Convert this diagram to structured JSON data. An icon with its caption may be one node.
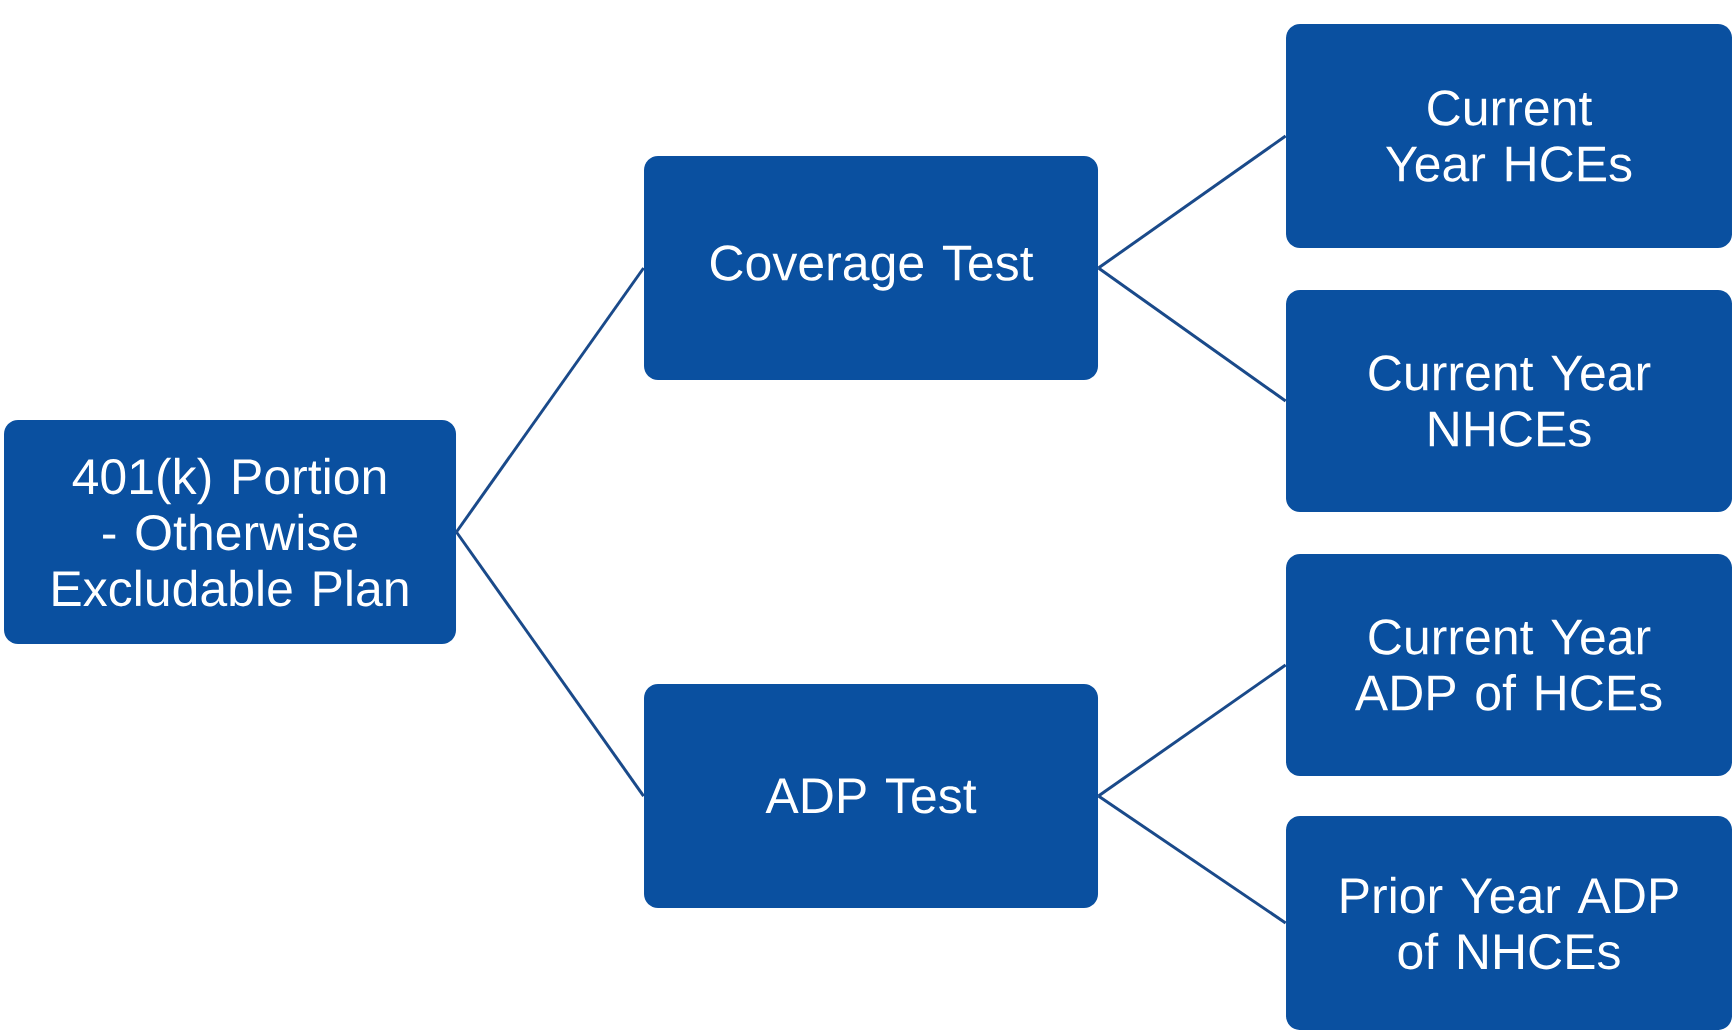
{
  "diagram": {
    "nodes": [
      {
        "text": [
          "401(k) Portion - Otherwise Excludable Plan"
        ]
      },
      {
        "text": [
          "Coverage Test"
        ]
      },
      {
        "text": [
          "ADP Test"
        ]
      },
      {
        "text": [
          "Current Year HCEs"
        ]
      },
      {
        "text": [
          "Current Year NHCEs"
        ]
      },
      {
        "text": [
          "Current Year ADP of HCEs"
        ]
      },
      {
        "text": [
          "Prior Year ADP of NHCEs"
        ]
      }
    ],
    "edges": [
      {
        "from": 0,
        "to": 1,
        "arrow": "none"
      },
      {
        "from": 0,
        "to": 2,
        "arrow": "none"
      },
      {
        "from": 1,
        "to": 3,
        "arrow": "none"
      },
      {
        "from": 1,
        "to": 4,
        "arrow": "none"
      },
      {
        "from": 2,
        "to": 5,
        "arrow": "none"
      },
      {
        "from": 2,
        "to": 6,
        "arrow": "none"
      }
    ]
  }
}
